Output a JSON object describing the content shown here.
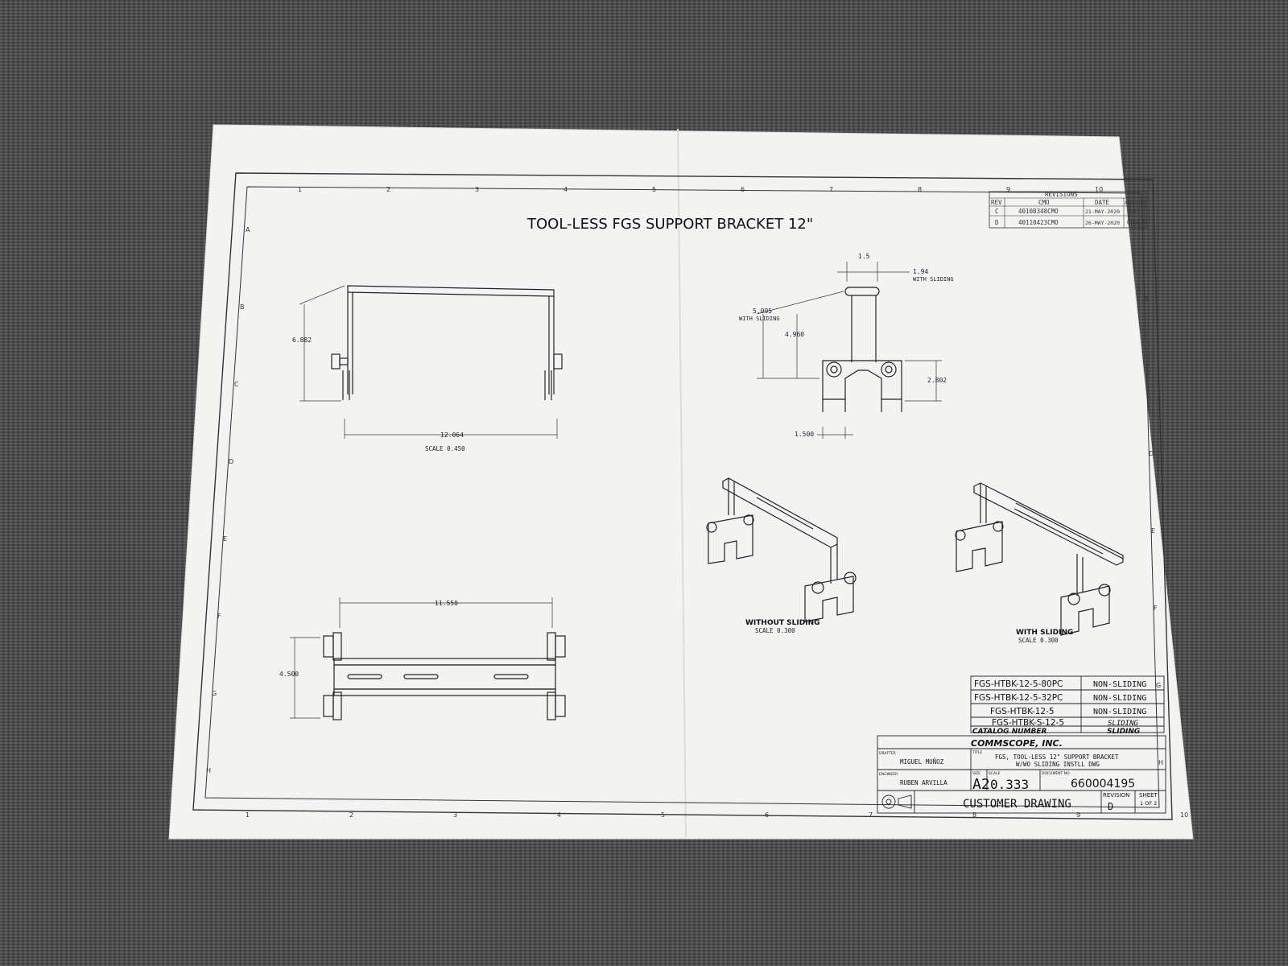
{
  "drawing": {
    "title": "TOOL-LESS FGS SUPPORT BRACKET 12\"",
    "grid_columns": [
      "1",
      "2",
      "3",
      "4",
      "5",
      "6",
      "7",
      "8",
      "9",
      "10"
    ],
    "grid_rows": [
      "A",
      "B",
      "C",
      "D",
      "E",
      "F",
      "G",
      "H"
    ],
    "revisions": {
      "heading": "REVISIONS",
      "columns": [
        "REV",
        "CMO",
        "DATE",
        "APPROVED"
      ],
      "rows": [
        [
          "C",
          "40108348CMO",
          "21-MAY-2020",
          "RAT"
        ],
        [
          "D",
          "40110423CMO",
          "26-MAY-2020",
          "ODVL"
        ]
      ]
    },
    "front_view": {
      "height": "6.882",
      "width": "12.064",
      "scale": "SCALE 0.450"
    },
    "bottom_view": {
      "width": "11.550",
      "depth": "4.500"
    },
    "side_view": {
      "top_gap": "1.5",
      "sliding_offset": "1.94",
      "sliding_offset_label": "WITH SLIDING",
      "height_sliding": "5.095",
      "height_sliding_label": "WITH SLIDING",
      "height": "4.960",
      "foot_height": "2.802",
      "foot_gap": "1.500"
    },
    "iso_without": {
      "caption": "WITHOUT SLIDING",
      "scale": "SCALE 0.300"
    },
    "iso_with": {
      "caption": "WITH SLIDING",
      "scale": "SCALE 0.300"
    },
    "catalog": {
      "rows": [
        [
          "FGS-HTBK-12-5-80PC",
          "NON-SLIDING"
        ],
        [
          "FGS-HTBK-12-5-32PC",
          "NON-SLIDING"
        ],
        [
          "FGS-HTBK-12-5",
          "NON-SLIDING"
        ],
        [
          "FGS-HTBK-S-12-5",
          "SLIDING"
        ]
      ],
      "header": [
        "CATALOG NUMBER",
        "SLIDING"
      ]
    },
    "title_block": {
      "company": "COMMSCOPE, INC.",
      "drafter_label": "DRAFTER",
      "drafter": "MIGUEL MUÑOZ",
      "engineer_label": "ENGINEER",
      "engineer": "RUBEN ARVILLA",
      "title_label": "TITLE",
      "title_line1": "FGS, TOOL-LESS 12\" SUPPORT BRACKET",
      "title_line2": "W/WO SLIDING INSTLL DWG",
      "size_label": "SIZE",
      "size": "A2",
      "scale_label": "SCALE",
      "scale": "0.333",
      "docno_label": "DOCUMENT NO.",
      "docno": "660004195",
      "customer": "CUSTOMER DRAWING",
      "revision_label": "REVISION",
      "revision": "D",
      "sheet_label": "SHEET",
      "sheet": "1 OF 2"
    }
  }
}
